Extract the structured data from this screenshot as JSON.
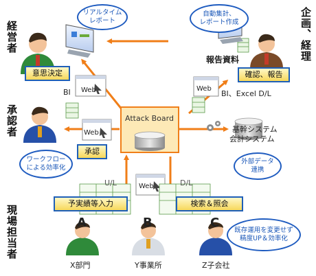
{
  "roles": {
    "management": "経営者",
    "approver": "承認者",
    "field_staff": "現場担当者",
    "planning": "企画、経理"
  },
  "bubbles": {
    "realtime_report": "リアルタイム\nレポート",
    "auto_report": "自動集計、\nレポート作成",
    "workflow": "ワークフロー\nによる効率化",
    "external_data": "外部データ\n連携",
    "efficiency": "既存運用を変更せず\n精度UP＆効率化"
  },
  "boxes": {
    "decision": "意思決定",
    "confirm_report": "確認、報告",
    "approve": "承認",
    "input": "予実績等入力",
    "search": "検索＆照会"
  },
  "center": {
    "title": "Attack Board"
  },
  "system": {
    "line1": "基幹システム",
    "line2": "会計システム"
  },
  "labels": {
    "report_doc": "報告資料",
    "bi_web_top": "BI",
    "bi_excel": "BI、Excel D/L",
    "ul": "U/L",
    "dl": "D/L"
  },
  "web_label": "Web",
  "sites": [
    {
      "letter": "A",
      "name": "X部門"
    },
    {
      "letter": "B",
      "name": "Y事業所"
    },
    {
      "letter": "C",
      "name": "Z子会社"
    }
  ],
  "colors": {
    "arrow": "#f07e18",
    "box_border": "#1e5fb8",
    "center_border": "#f07e18",
    "bubble": "#1f5cc0"
  }
}
